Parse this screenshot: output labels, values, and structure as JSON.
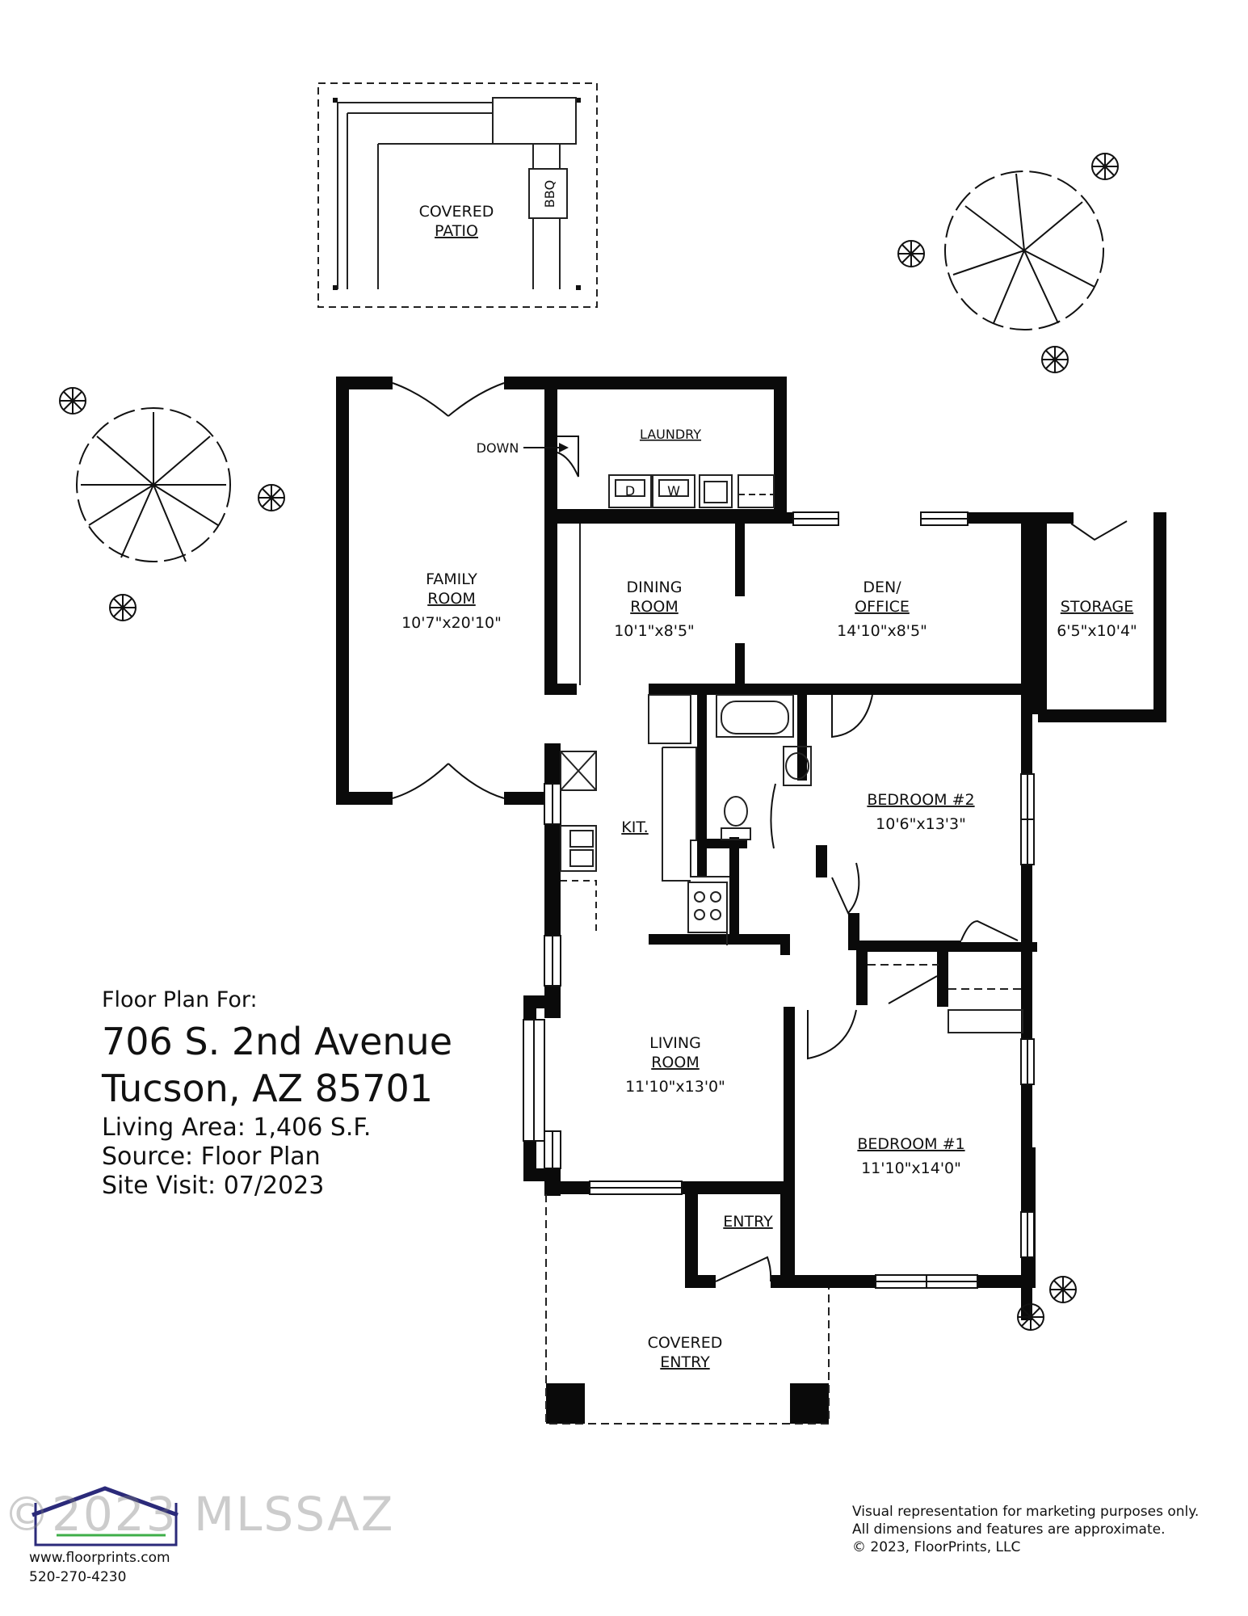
{
  "rooms": {
    "patio_line1": "COVERED",
    "patio_line2": "PATIO",
    "bbq": "BBQ",
    "laundry": "LAUNDRY",
    "down": "DOWN",
    "family_line1": "FAMILY",
    "family_line2": "ROOM",
    "family_dim": "10'7\"x20'10\"",
    "dining_line1": "DINING",
    "dining_line2": "ROOM",
    "dining_dim": "10'1\"x8'5\"",
    "den_line1": "DEN/",
    "den_line2": "OFFICE",
    "den_dim": "14'10\"x8'5\"",
    "storage": "STORAGE",
    "storage_dim": "6'5\"x10'4\"",
    "kit": "KIT.",
    "bed2": "BEDROOM #2",
    "bed2_dim": "10'6\"x13'3\"",
    "living_line1": "LIVING",
    "living_line2": "ROOM",
    "living_dim": "11'10\"x13'0\"",
    "bed1": "BEDROOM #1",
    "bed1_dim": "11'10\"x14'0\"",
    "entry": "ENTRY",
    "cov_entry_line1": "COVERED",
    "cov_entry_line2": "ENTRY",
    "dryer": "D",
    "washer": "W"
  },
  "info": {
    "heading": "Floor Plan For:",
    "street": "706 S. 2nd Avenue",
    "city": "Tucson, AZ  85701",
    "area": "Living Area:  1,406 S.F.",
    "source": "Source:  Floor Plan",
    "visit": "Site Visit:  07/2023"
  },
  "footer": {
    "line1": "Visual representation for marketing purposes only.",
    "line2": "All dimensions and features are approximate.",
    "line3": "© 2023, FloorPrints, LLC"
  },
  "logo": {
    "website": "www.floorprints.com",
    "phone": "520-270-4230",
    "brand_color": "#2b2a7a",
    "accent_color": "#3fae49"
  },
  "watermark": "©2023 MLSSAZ"
}
